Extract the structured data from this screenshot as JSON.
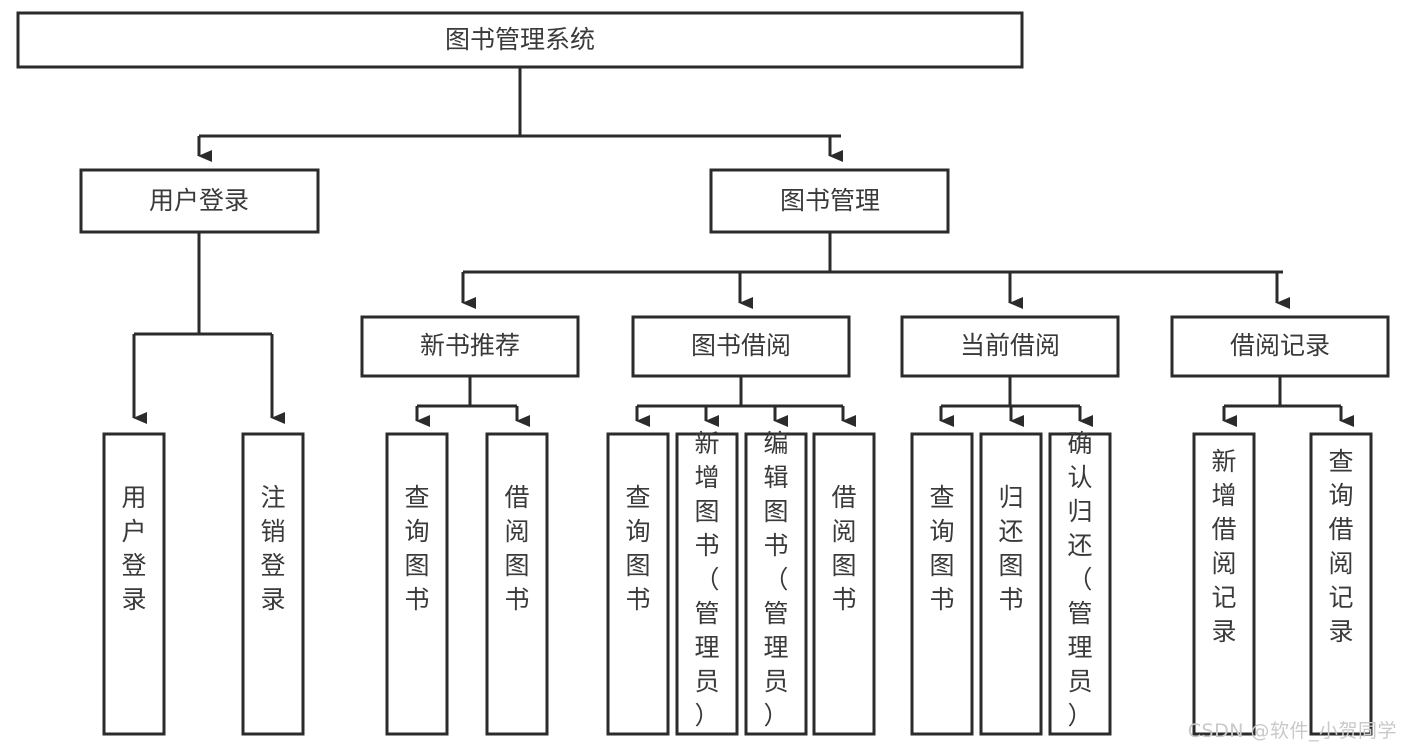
{
  "diagram": {
    "title": "图书管理系统",
    "type": "tree",
    "watermark": "CSDN @软件_小贺同学",
    "colors": {
      "box_stroke": "#2b2b2b",
      "box_fill": "#ffffff",
      "text": "#3a3a3a",
      "edge": "#2b2b2b",
      "watermark": "#c9c9c9",
      "background": "#ffffff"
    },
    "root": {
      "label": "图书管理系统"
    },
    "level2": [
      {
        "label": "用户登录"
      },
      {
        "label": "图书管理"
      }
    ],
    "level3": [
      {
        "label": "新书推荐"
      },
      {
        "label": "图书借阅"
      },
      {
        "label": "当前借阅"
      },
      {
        "label": "借阅记录"
      }
    ],
    "leaves": {
      "user_login": [
        {
          "label": "用户登录"
        },
        {
          "label": "注销登录"
        }
      ],
      "new_book_recommend": [
        {
          "label": "查询图书"
        },
        {
          "label": "借阅图书"
        }
      ],
      "book_borrow": [
        {
          "label": "查询图书"
        },
        {
          "label": "新增图书（管理员）"
        },
        {
          "label": "编辑图书（管理员）"
        },
        {
          "label": "借阅图书"
        }
      ],
      "current_borrow": [
        {
          "label": "查询图书"
        },
        {
          "label": "归还图书"
        },
        {
          "label": "确认归还（管理员）"
        }
      ],
      "borrow_record": [
        {
          "label": "新增借阅记录"
        },
        {
          "label": "查询借阅记录"
        }
      ]
    }
  }
}
